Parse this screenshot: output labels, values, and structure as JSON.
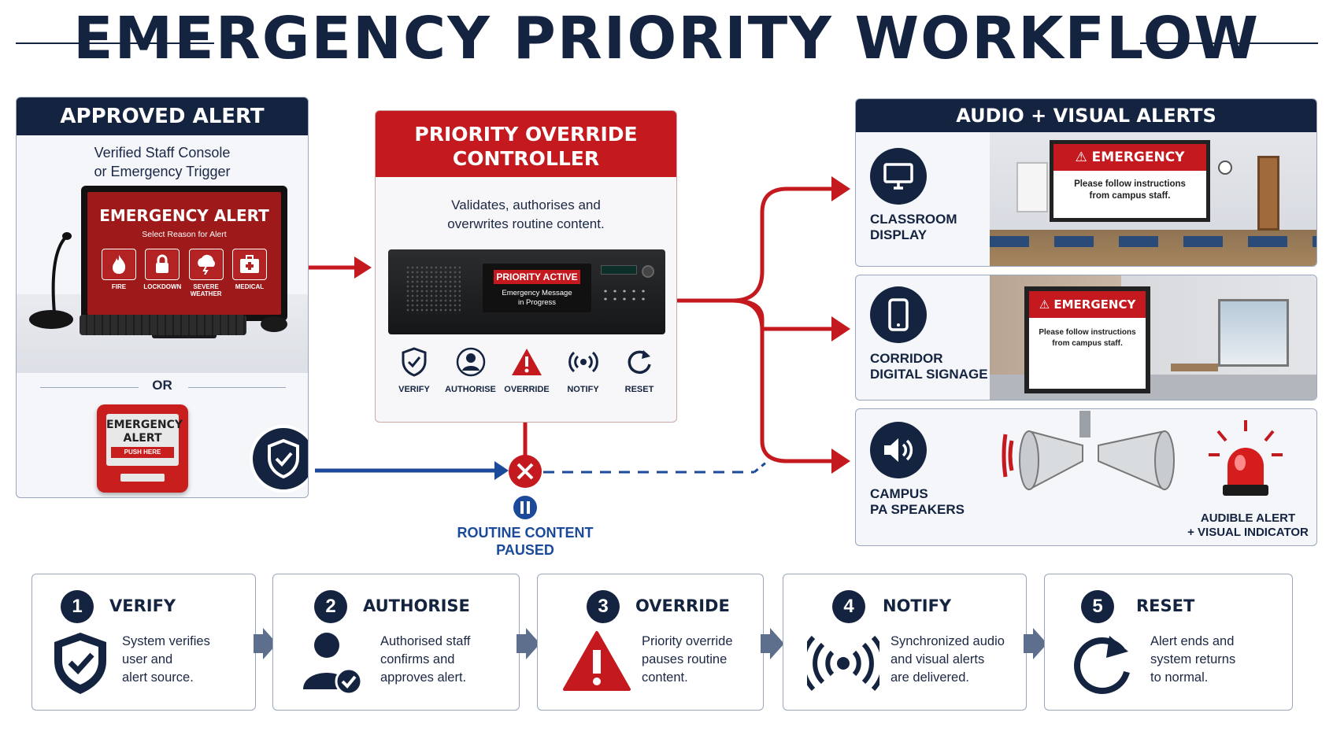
{
  "title": "EMERGENCY PRIORITY WORKFLOW",
  "approved": {
    "heading": "APPROVED ALERT",
    "subtitle_line1": "Verified Staff Console",
    "subtitle_line2": "or Emergency Trigger",
    "screen_title": "EMERGENCY ALERT",
    "screen_subtitle": "Select Reason for Alert",
    "reasons": [
      "FIRE",
      "LOCKDOWN",
      "SEVERE WEATHER",
      "MEDICAL"
    ],
    "or_label": "OR",
    "callpoint_line1": "EMERGENCY",
    "callpoint_line2": "ALERT",
    "callpoint_push": "PUSH HERE"
  },
  "override": {
    "heading_line1": "PRIORITY OVERRIDE",
    "heading_line2": "CONTROLLER",
    "desc_line1": "Validates, authorises and",
    "desc_line2": "overwrites routine content.",
    "device_label": "PRIORITY ACTIVE",
    "device_sub_line1": "Emergency Message",
    "device_sub_line2": "in Progress",
    "steps": [
      {
        "label": "VERIFY",
        "icon": "shield-check-icon"
      },
      {
        "label": "AUTHORISE",
        "icon": "user-icon"
      },
      {
        "label": "OVERRIDE",
        "icon": "warning-icon"
      },
      {
        "label": "NOTIFY",
        "icon": "broadcast-icon"
      },
      {
        "label": "RESET",
        "icon": "reset-icon"
      }
    ]
  },
  "routine": {
    "line1": "ROUTINE CONTENT",
    "line2": "PAUSED"
  },
  "outputs": {
    "heading": "AUDIO + VISUAL ALERTS",
    "classroom": {
      "line1": "CLASSROOM",
      "line2": "DISPLAY",
      "sign_title": "EMERGENCY ALERT",
      "sign_line1": "Please follow instructions",
      "sign_line2": "from campus staff."
    },
    "corridor": {
      "line1": "CORRIDOR",
      "line2": "DIGITAL SIGNAGE",
      "sign_title": "EMERGENCY ALERT",
      "sign_line1": "Please follow instructions",
      "sign_line2": "from campus staff."
    },
    "pa": {
      "line1": "CAMPUS",
      "line2": "PA SPEAKERS",
      "audible_line1": "AUDIBLE ALERT",
      "audible_line2": "+ VISUAL INDICATOR"
    }
  },
  "steps": [
    {
      "num": "1",
      "title": "VERIFY",
      "desc1": "System verifies",
      "desc2": "user and",
      "desc3": "alert source.",
      "icon": "shield-check-icon"
    },
    {
      "num": "2",
      "title": "AUTHORISE",
      "desc1": "Authorised staff",
      "desc2": "confirms and",
      "desc3": "approves alert.",
      "icon": "user-check-icon"
    },
    {
      "num": "3",
      "title": "OVERRIDE",
      "desc1": "Priority override",
      "desc2": "pauses routine",
      "desc3": "content.",
      "icon": "warning-icon"
    },
    {
      "num": "4",
      "title": "NOTIFY",
      "desc1": "Synchronized audio",
      "desc2": "and visual alerts",
      "desc3": "are delivered.",
      "icon": "broadcast-icon"
    },
    {
      "num": "5",
      "title": "RESET",
      "desc1": "Alert ends and",
      "desc2": "system returns",
      "desc3": "to normal.",
      "icon": "reset-icon"
    }
  ],
  "colors": {
    "navy": "#14233f",
    "red": "#c41a1f",
    "blue": "#1c4a9a"
  }
}
